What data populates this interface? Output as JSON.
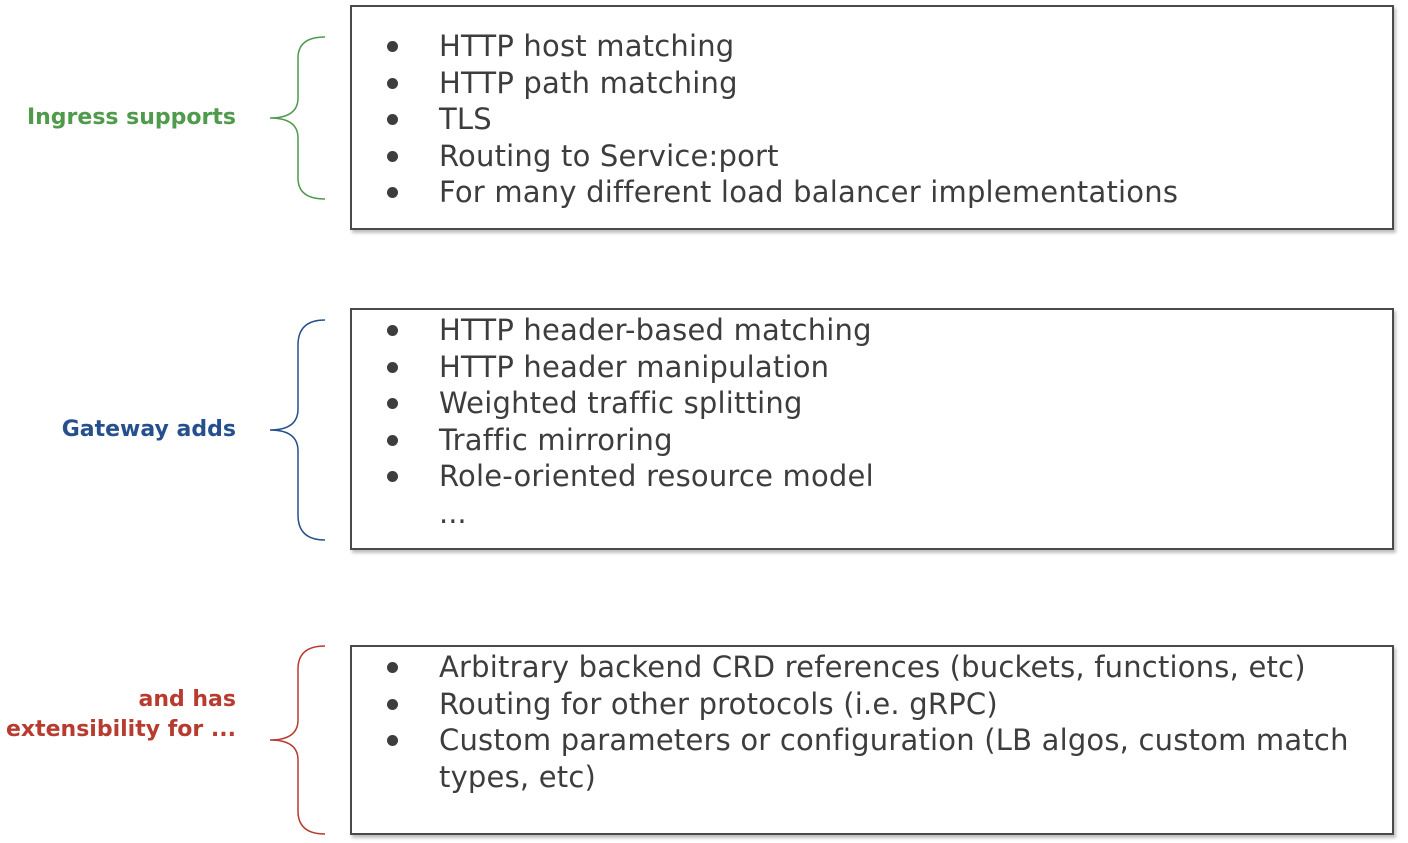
{
  "sections": [
    {
      "label_lines": [
        "Ingress supports"
      ],
      "color": "#4f9a4b",
      "items": [
        "HTTP host matching",
        "HTTP path matching",
        "TLS",
        "Routing to Service:port",
        "For many different load balancer implementations"
      ]
    },
    {
      "label_lines": [
        "Gateway adds"
      ],
      "color": "#264f8d",
      "items": [
        "HTTP header-based matching",
        "HTTP header manipulation",
        "Weighted traffic splitting",
        "Traffic mirroring",
        "Role-oriented resource model"
      ],
      "trailing": "..."
    },
    {
      "label_lines": [
        "and has",
        "extensibility for ..."
      ],
      "color": "#b83b30",
      "items": [
        "Arbitrary backend CRD references (buckets, functions, etc)",
        "Routing for other protocols (i.e. gRPC)",
        "Custom parameters or configuration (LB algos, custom match types, etc)"
      ]
    }
  ],
  "icons": {
    "brace": "left-curly-brace-icon",
    "bullet": "bullet-dot-icon"
  }
}
